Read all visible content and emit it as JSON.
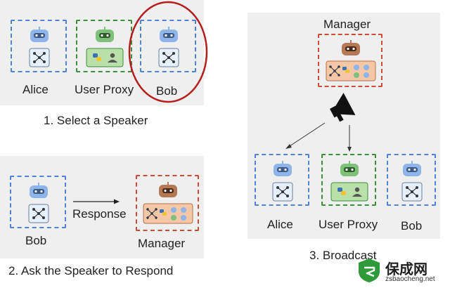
{
  "panel1": {
    "agents": [
      "Alice",
      "User Proxy",
      "Bob"
    ],
    "caption": "1. Select a Speaker"
  },
  "panel2": {
    "speaker": "Bob",
    "arrow_label": "Response",
    "target": "Manager",
    "caption": "2. Ask the Speaker to Respond"
  },
  "panel3": {
    "manager": "Manager",
    "agents": [
      "Alice",
      "User Proxy",
      "Bob"
    ],
    "caption": "3. Broadcast"
  },
  "watermark": {
    "brand": "保成网",
    "url": "zsbaocheng.net"
  },
  "colors": {
    "agent_blue": "#4f81d8",
    "proxy_green": "#3c8f3c",
    "manager_red": "#d04a3a",
    "highlight_circle": "#b41e1e",
    "panel_bg": "#efefef"
  }
}
